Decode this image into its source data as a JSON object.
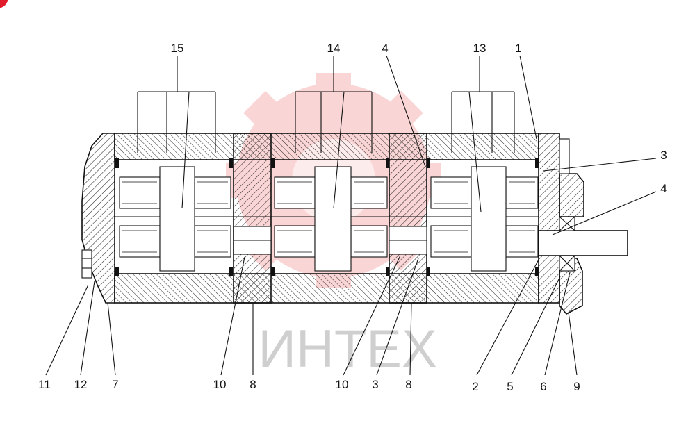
{
  "watermark": {
    "text": "ИНТЕХ",
    "color": "#f2b8b8"
  },
  "callouts": [
    {
      "id": "15"
    },
    {
      "id": "14"
    },
    {
      "id": "4"
    },
    {
      "id": "13"
    },
    {
      "id": "1"
    },
    {
      "id": "3"
    },
    {
      "id": "4"
    },
    {
      "id": "11"
    },
    {
      "id": "12"
    },
    {
      "id": "7"
    },
    {
      "id": "10"
    },
    {
      "id": "8"
    },
    {
      "id": "10"
    },
    {
      "id": "3"
    },
    {
      "id": "8"
    },
    {
      "id": "2"
    },
    {
      "id": "5"
    },
    {
      "id": "6"
    },
    {
      "id": "9"
    }
  ],
  "colors": {
    "line": "#111111",
    "hatch": "#222222",
    "watermark_gear": "#f4a6a6",
    "corner_mark": "#e01c2c"
  }
}
